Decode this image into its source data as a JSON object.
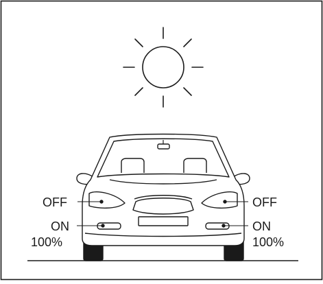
{
  "condition_icon": "sun-icon",
  "labels": {
    "left_upper": "OFF",
    "right_upper": "OFF",
    "left_lower_state": "ON",
    "left_lower_level": "100%",
    "right_lower_state": "ON",
    "right_lower_level": "100%"
  },
  "colors": {
    "stroke": "#1a1a1a",
    "background": "#ffffff"
  }
}
